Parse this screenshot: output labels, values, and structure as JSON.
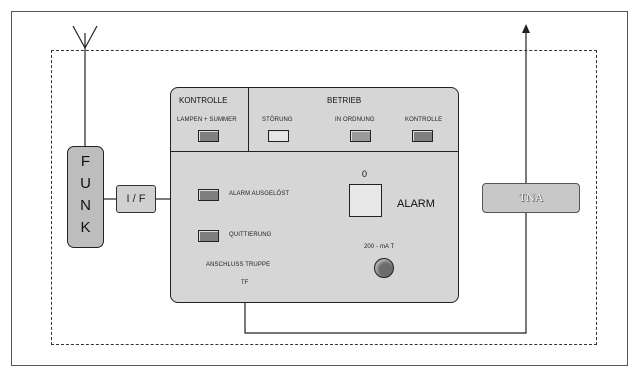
{
  "funk": {
    "letters": [
      "F",
      "U",
      "N",
      "K"
    ]
  },
  "interface": {
    "label": "I / F"
  },
  "tna": {
    "label": "TNA"
  },
  "panel": {
    "kontrolle_header": "KONTROLLE",
    "betrieb_header": "BETRIEB",
    "lampen_summer": "LAMPEN + SUMMER",
    "stoerung": "STÖRUNG",
    "in_ordnung": "IN ORDNUNG",
    "kontrolle": "KONTROLLE",
    "alarm_ausgeloest": "ALARM AUSGELÖST",
    "quittierung": "QUITTIERUNG",
    "anschluss_truppe": "ANSCHLUSS TRUPPE",
    "tf": "TF",
    "zero": "0",
    "alarm": "ALARM",
    "fuse": "200 - mA T"
  }
}
